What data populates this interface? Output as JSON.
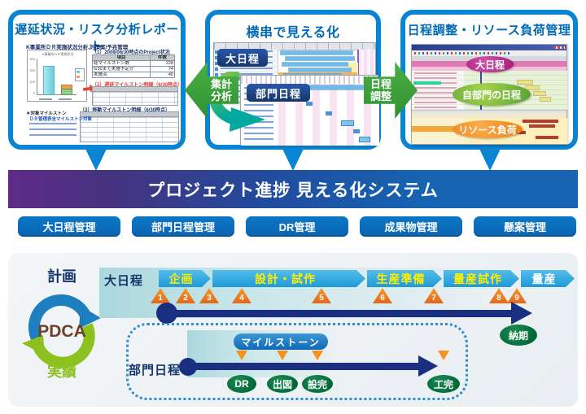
{
  "bubbles": {
    "report": {
      "title": "遅延状況・リスク分析レポート",
      "subtitle": "K事業所ＤＲ実施状況分析,対策案/予兆管理",
      "table1": {
        "title": "（1）2008/06/30時点のProject状況",
        "headers": [
          "項目",
          "件数"
        ],
        "rows": [
          [
            "総マイルストン数",
            "228"
          ],
          [
            "6/30まで実施予定分",
            "74"
          ],
          [
            "実施済",
            "40"
          ]
        ]
      },
      "table2_title": "（2）遅延マイルストン明細（6/30時点）",
      "table3_title": "（3）移動マイルストン明細（6/30時点）",
      "note1": "＊対象マイルストン",
      "note2": "ＤＲ管理表全マイルストン対象"
    },
    "crosscut": {
      "title": "横串で見える化",
      "badge_major": "大日程",
      "badge_dept": "部門日程"
    },
    "adjust": {
      "title": "日程調整・リソース負荷管理",
      "badge_major": "大日程",
      "badge_own": "自部門の日程",
      "badge_resource": "リソース負荷"
    }
  },
  "arrows": {
    "left": [
      "集計",
      "分析"
    ],
    "right": [
      "日程",
      "調整"
    ]
  },
  "banner": {
    "title": "プロジェクト進捗 見える化システム"
  },
  "nav": [
    "大日程管理",
    "部門日程管理",
    "DR管理",
    "成果物管理",
    "懸案管理"
  ],
  "pdca": {
    "plan": "計画",
    "label": "PDCA",
    "actual": "実績"
  },
  "flow": {
    "major_label": "大日程",
    "dept_label": "部門日程",
    "phases": [
      "企画",
      "設計・試作",
      "生産準備",
      "量産試作",
      "量産"
    ],
    "markers": [
      "1",
      "2",
      "3",
      "4",
      "5",
      "6",
      "7",
      "8",
      "9"
    ],
    "milestone_badge": "マイルストーン",
    "delivery": "納期",
    "dept_milestones": [
      "DR",
      "出図",
      "設完",
      "工完"
    ]
  },
  "chart_data": {
    "type": "bar",
    "title": "K事業所ＤＲ実施状況",
    "categories": [
      "総マイルストン数",
      "6/30まで実施予定分"
    ],
    "series": [
      {
        "name": "総マイルストン数",
        "values": [
          228,
          0
        ]
      },
      {
        "name": "未実施",
        "values": [
          0,
          34
        ]
      },
      {
        "name": "実施済",
        "values": [
          0,
          40
        ]
      }
    ],
    "ylim": [
      0,
      300
    ],
    "yticks": [
      "300",
      "200",
      "100",
      "0"
    ],
    "legend_position": "right"
  }
}
